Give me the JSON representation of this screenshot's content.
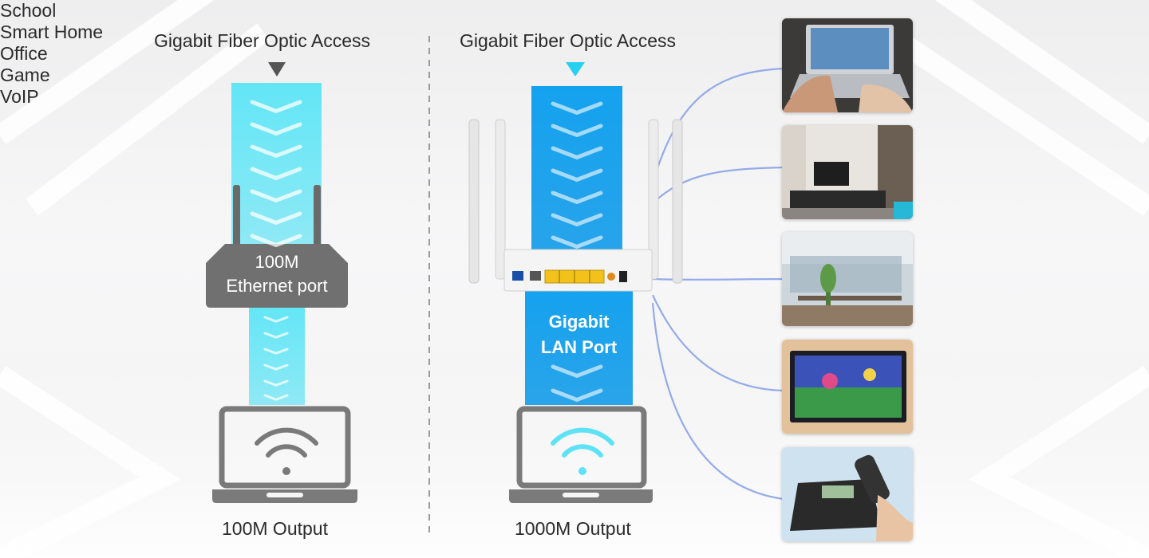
{
  "left_panel": {
    "top_label": "Gigabit Fiber Optic Access",
    "port_badge": {
      "line1": "100M",
      "line2": "Ethernet port"
    },
    "output_label": "100M Output"
  },
  "right_panel": {
    "top_label": "Gigabit Fiber Optic Access",
    "port_label": {
      "line1": "Gigabit",
      "line2": "LAN Port"
    },
    "output_label": "1000M Output"
  },
  "devices": [
    {
      "label": "School",
      "icon": "laptop-typing-photo"
    },
    {
      "label": "Smart Home",
      "icon": "living-room-photo"
    },
    {
      "label": "Office",
      "icon": "office-photo"
    },
    {
      "label": "Game",
      "icon": "tv-game-photo"
    },
    {
      "label": "VoIP",
      "icon": "desk-phone-photo"
    }
  ],
  "colors": {
    "cyan_stream": "#5ee2f5",
    "blue_stream": "#1ea0ee",
    "badge_gray": "#707070",
    "laptop_gray": "#7a7a7a",
    "link_blue": "#8aa3e8"
  }
}
